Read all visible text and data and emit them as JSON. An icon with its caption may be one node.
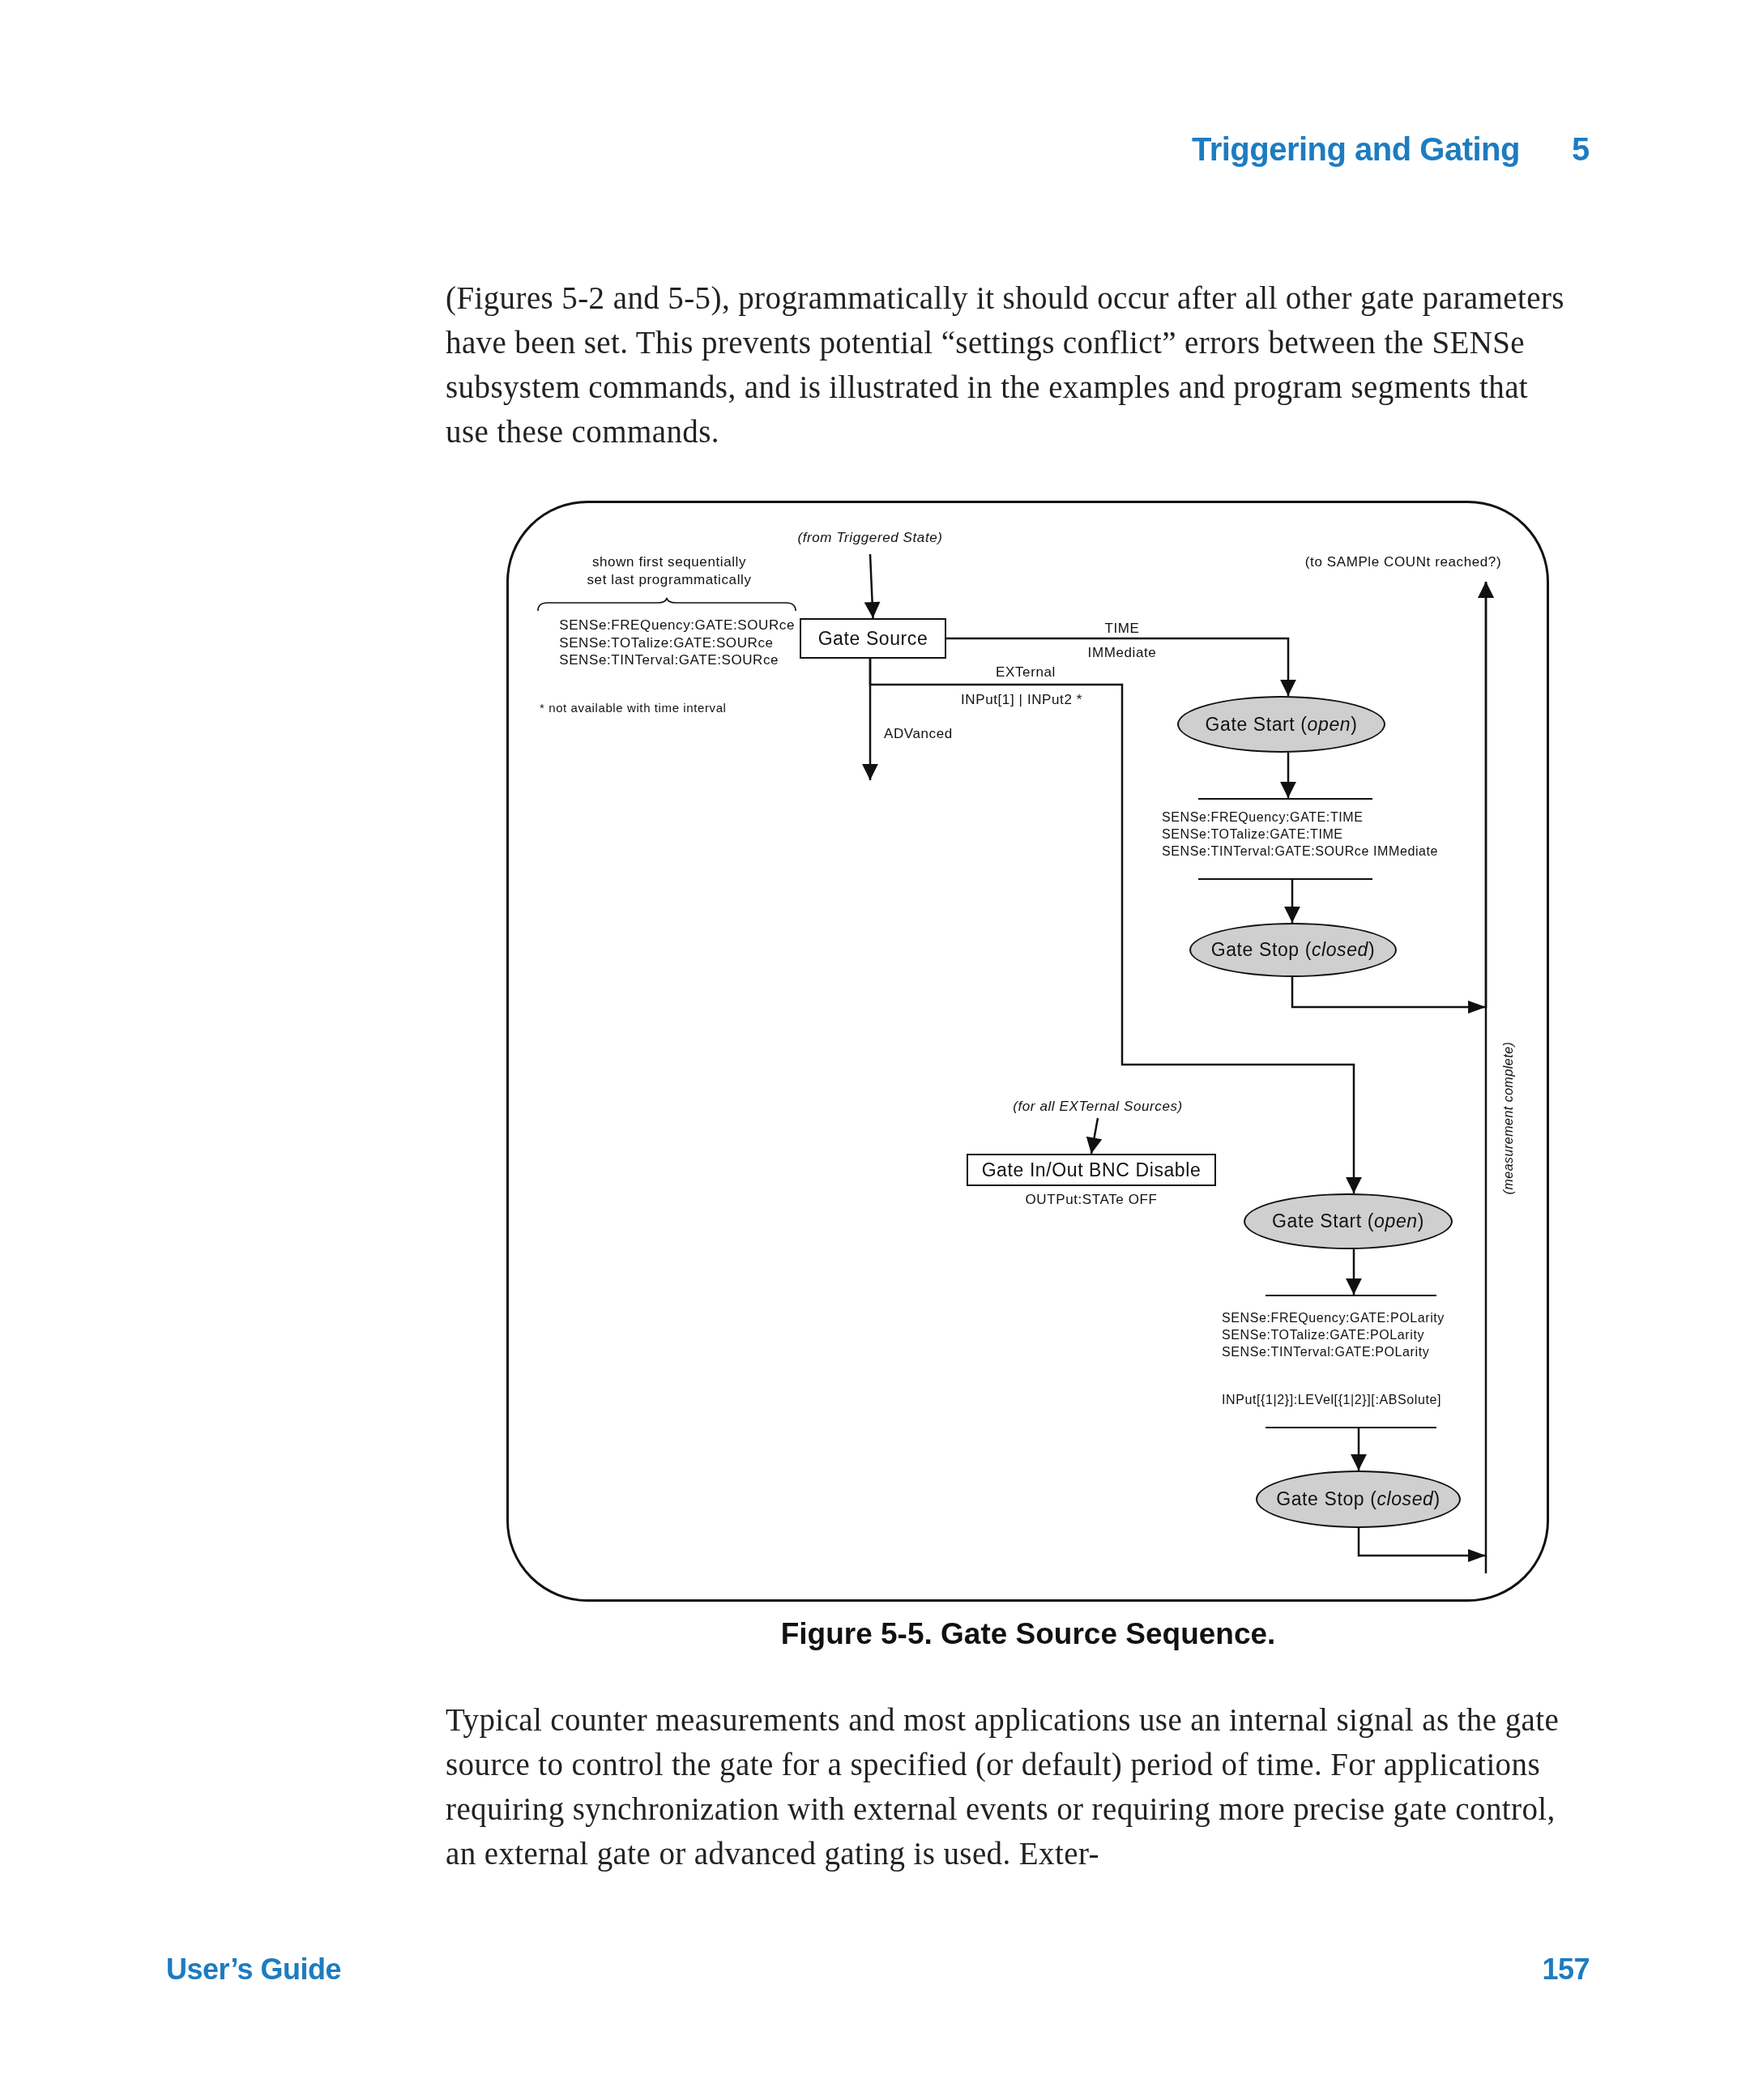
{
  "diagram": {
    "caption": "Figure 5-5. Gate Source Sequence.",
    "nodes": [
      {
        "text": [
          "(from Triggered State)"
        ]
      },
      {
        "text": [
          "(to SAMPle COUNt reached?)"
        ]
      },
      {
        "text": [
          "Gate Source"
        ],
        "beside": [
          "SENSe:FREQuency:GATE:SOURce",
          "SENSe:TOTalize:GATE:SOURce",
          "SENSe:TINTerval:GATE:SOURce"
        ]
      },
      {
        "text": [
          "Gate Start (*open*)"
        ]
      },
      {
        "text": [
          "SENSe:FREQuency:GATE:TIME",
          "SENSe:TOTalize:GATE:TIME",
          "SENSe:TINTerval:GATE:SOURce IMMediate"
        ]
      },
      {
        "text": [
          "Gate Stop (*closed*)"
        ]
      },
      {
        "text": [
          "(for all EXTernal Sources)"
        ]
      },
      {
        "text": [
          "Gate In/Out BNC Disable"
        ],
        "beside": [
          "OUTPut:STATe OFF"
        ]
      },
      {
        "text": [
          "Gate Start (*open*)"
        ]
      },
      {
        "text": [
          "SENSe:FREQuency:GATE:POLarity",
          "SENSe:TOTalize:GATE:POLarity",
          "SENSe:TINTerval:GATE:POLarity",
          "INPut[{1|2}]:LEVel[{1|2}][:ABSolute]"
        ]
      },
      {
        "text": [
          "Gate Stop (*closed*)"
        ]
      }
    ],
    "edges": [
      {
        "from": 0,
        "to": 2,
        "arrow": "to"
      },
      {
        "from": 2,
        "to": 3,
        "arrow": "to",
        "label": "TIME"
      },
      {
        "from": 2,
        "to": 8,
        "arrow": "to",
        "label": "EXTernal"
      },
      {
        "from": 2,
        "to": null,
        "arrow": "to",
        "label": "ADVanced"
      },
      {
        "from": 3,
        "to": 4,
        "arrow": "to"
      },
      {
        "from": 4,
        "to": 5,
        "arrow": "to"
      },
      {
        "from": 6,
        "to": 7,
        "arrow": "to"
      },
      {
        "from": 8,
        "to": 9,
        "arrow": "to"
      },
      {
        "from": 9,
        "to": 10,
        "arrow": "to"
      },
      {
        "from": 5,
        "to": 1,
        "arrow": "to"
      },
      {
        "from": 10,
        "to": 1,
        "arrow": "to"
      }
    ],
    "labels": [
      "Triggering and Gating",
      "5",
      "(Figures 5-2 and 5-5), programmatically it should occur after all other gate parameters have been set. This prevents potential “settings conflict” errors between the SENSe subsystem commands, and is illustrated in the examples and program segments that use these commands.",
      "shown first sequentially set last programmatically",
      "* not available with time interval",
      "IMMediate",
      "INPut[1] | INPut2 *",
      "(measurement complete)",
      "Typical counter measurements and most applications use an internal signal as the gate source to control the gate for a specified (or default) period of time. For applications requiring synchronization with external events or requiring more precise gate control, an external gate or advanced gating is used. Exter-",
      "User’s Guide",
      "157"
    ]
  }
}
